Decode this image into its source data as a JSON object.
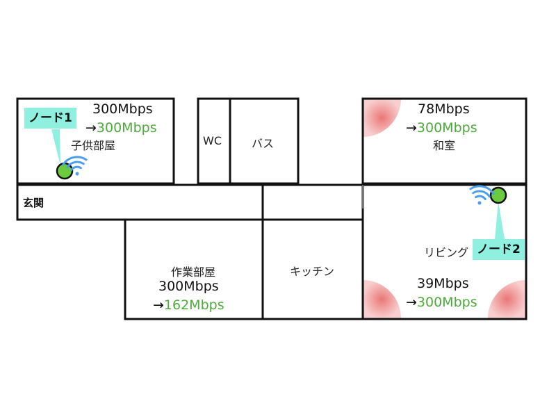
{
  "colors": {
    "wall": "#111111",
    "speed_new": "#4caa3a",
    "node_label_bg": "#8ff0df",
    "node_dot": "#6ccb3c",
    "wifi": "#4a9ef0",
    "dead_zone": "#ee8a8a"
  },
  "icons": {
    "wifi": "wifi-icon",
    "node": "node-dot-icon"
  },
  "rooms": {
    "kids": {
      "name": "子供部屋",
      "speed_before": "300Mbps",
      "speed_after": "300Mbps"
    },
    "wc": {
      "name": "WC"
    },
    "bath": {
      "name": "バス"
    },
    "washitsu": {
      "name": "和室",
      "speed_before": "78Mbps",
      "speed_after": "300Mbps"
    },
    "entrance": {
      "name": "玄関"
    },
    "work": {
      "name": "作業部屋",
      "speed_before": "300Mbps",
      "speed_after": "162Mbps"
    },
    "kitchen": {
      "name": "キッチン"
    },
    "living": {
      "name": "リビング",
      "speed_before": "39Mbps",
      "speed_after": "300Mbps"
    }
  },
  "arrow": "→",
  "nodes": [
    {
      "label": "ノード1"
    },
    {
      "label": "ノード2"
    }
  ]
}
